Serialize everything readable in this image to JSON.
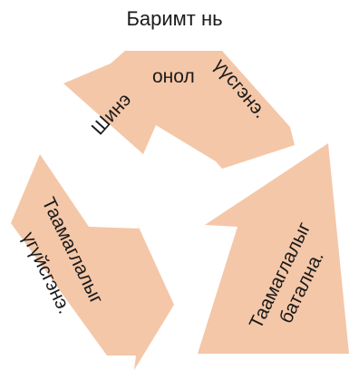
{
  "title": "Баримт нь",
  "colors": {
    "arrow_fill": "#f4c7a8",
    "text": "#1a1a1a",
    "background": "#ffffff"
  },
  "arrows": {
    "top": {
      "line1": "онол",
      "line2": "Шинэ",
      "line3": "үүсгэнэ."
    },
    "right": {
      "line1": "Таамаглалыг",
      "line2": "батална."
    },
    "left": {
      "line1": "Таамаглалыг",
      "line2": "үгүйсгэнэ."
    }
  }
}
